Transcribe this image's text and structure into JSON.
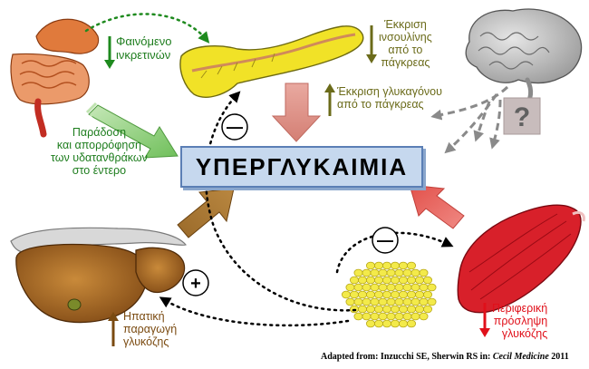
{
  "central": {
    "title": "ΥΠΕΡΓΛΥΚΑΙΜΙΑ"
  },
  "labels": {
    "incretin": "Φαινόμενο\nινκρετινών",
    "insulin": "Έκκριση\nινσουλίνης\nαπό το\nπάγκρεας",
    "glucagon": "Έκκριση γλυκαγόνου\nαπό το πάγκρεας",
    "gut": "Παράδοση\nκαι απορρόφηση\nτων υδατανθράκων\nστο έντερο",
    "liver": "Ηπατική\nπαραγωγή\nγλυκόζης",
    "muscle": "Περιφερική\nπρόσληψη\nγλυκόζης",
    "unknown": "?"
  },
  "signs": {
    "minus": "—",
    "plus": "+"
  },
  "source": {
    "prefix": "Adapted from: Inzucchi SE, Sherwin RS in: ",
    "book": "Cecil Medicine",
    "year": " 2011"
  },
  "colors": {
    "green_text": "#1e7d1e",
    "olive_text": "#6b6b1a",
    "brown_text": "#7a4a10",
    "red_text": "#e0101a",
    "central_fill": "#c6d8ee",
    "central_border": "#5b7fb5"
  },
  "icons": [
    "intestine-icon",
    "pancreas-icon",
    "brain-icon",
    "liver-icon",
    "fat-tissue-icon",
    "muscle-icon"
  ]
}
